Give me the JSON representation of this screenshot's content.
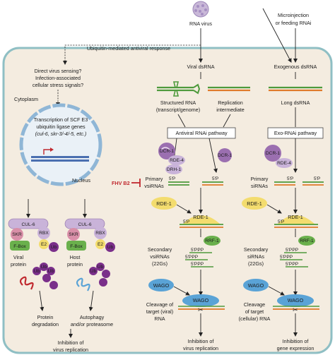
{
  "colors": {
    "cell_fill": "#f4ece0",
    "cell_border": "#8fbfc4",
    "nucleus_ring": "#8fb6d6",
    "rna_green": "#4e9a3c",
    "rna_orange": "#e07a2a",
    "dcr_purple": "#9b6fb0",
    "rde4_lavender": "#c9b3d9",
    "yellow_protein": "#f3dc6e",
    "wago_blue": "#5aa3d6",
    "rrf_green": "#6ab04c",
    "ub_purple": "#7a2f8a",
    "fhv_red": "#c0282e"
  },
  "labels": {
    "rna_virus": "RNA virus",
    "microinjection": "Microinjection",
    "or_feeding": "or feeding RNAi",
    "ubiq_response": "Ubiquitin-mediated antiviral response",
    "viral_dsrna": "Viral dsRNA",
    "exogenous_dsrna": "Exogenous dsRNA",
    "direct_sensing_1": "Direct virus sensing?",
    "direct_sensing_2": "Infection-associated",
    "direct_sensing_3": "cellular stress signals?",
    "cytoplasm": "Cytoplasm",
    "structured_rna_1": "Structured RNA",
    "structured_rna_2": "(transcript/genome)",
    "replication_1": "Replication",
    "replication_2": "intermediate",
    "long_dsrna": "Long dsRNA",
    "antiviral_pathway": "Antiviral RNAi pathway",
    "exo_pathway": "Exo-RNAi pathway",
    "transcription_1": "Transcription of SCF E3",
    "transcription_2": "ubiquitin ligase genes",
    "transcription_3": "(cul-6, skr-3/-4/-5, etc.)",
    "nucleus": "Nucleus",
    "dcr1": "DCR-1",
    "rde4": "RDE-4",
    "drh1": "DRH-1",
    "fhv_b2": "FHV B2",
    "primary_vsirnas_1": "Primary",
    "primary_vsirnas_2": "vsiRNAs",
    "primary_sirnas_1": "Primary",
    "primary_sirnas_2": "siRNAs",
    "five_p": "5'P",
    "five_ppp": "5'PPP",
    "cul6": "CUL-6",
    "skr": "SKR",
    "rbx": "RBX",
    "e2": "E2",
    "fbox": "F-Box",
    "ub": "Ub",
    "viral_protein_1": "Viral",
    "viral_protein_2": "protein",
    "host_protein_1": "Host",
    "host_protein_2": "protein",
    "rde1": "RDE-1",
    "rrf1": "RRF-1",
    "secondary_vsirnas_1": "Secondary",
    "secondary_vsirnas_2": "vsiRNAs",
    "secondary_vsirnas_3": "(22Gs)",
    "secondary_sirnas_1": "Secondary",
    "secondary_sirnas_2": "siRNAs",
    "secondary_sirnas_3": "(22Gs)",
    "wago": "WAGO",
    "cleavage_viral_1": "Cleavage of",
    "cleavage_viral_2": "target (viral)",
    "cleavage_viral_3": "RNA",
    "cleavage_cell_1": "Cleavage",
    "cleavage_cell_2": "of target",
    "cleavage_cell_3": "(cellular) RNA",
    "protein_deg_1": "Protein",
    "protein_deg_2": "degradation",
    "autophagy_1": "Autophagy",
    "autophagy_2": "and/or proteasome",
    "inhibition_virus_1": "Inhibition of",
    "inhibition_virus_2": "virus replication",
    "inhibition_virus_b1": "Inhibition of",
    "inhibition_virus_b2": "virus replication",
    "inhibition_gene_1": "Inhibition of",
    "inhibition_gene_2": "gene expression"
  }
}
